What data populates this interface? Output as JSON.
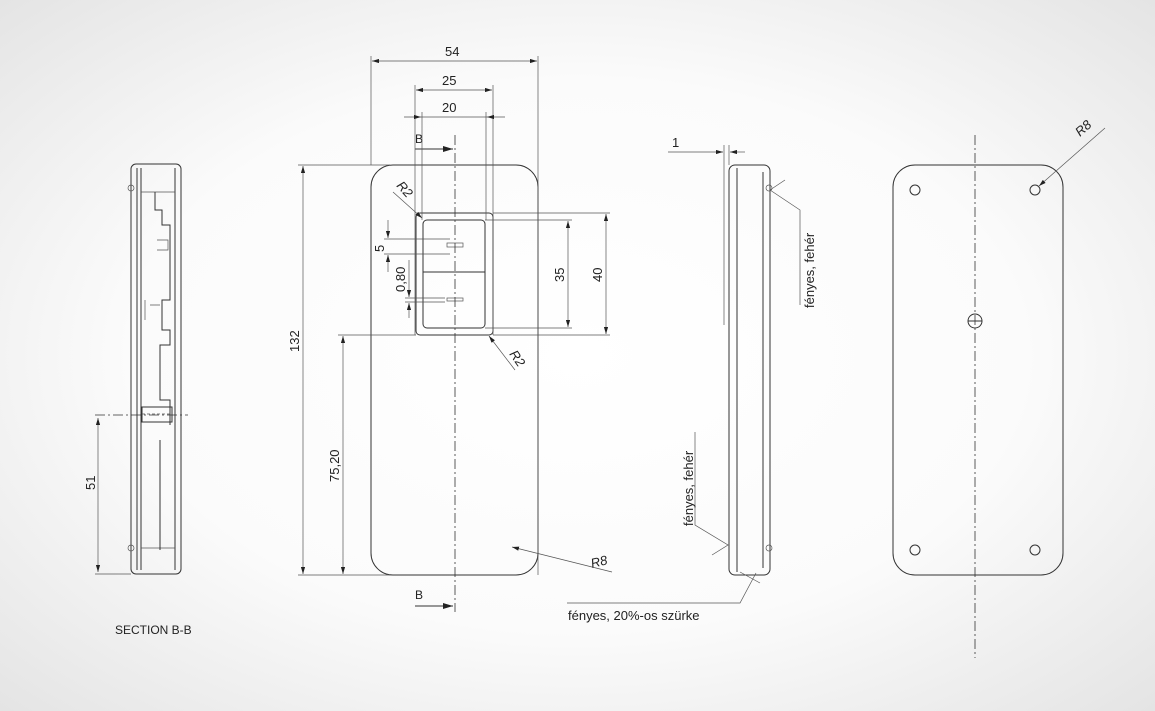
{
  "drawing": {
    "section_label": "SECTION B-B",
    "section_marker": "B",
    "dimensions": {
      "overall_width": "54",
      "window_outer_width": "25",
      "window_inner_width": "20",
      "overall_height": "132",
      "window_outer_height": "40",
      "window_inner_height": "35",
      "spacing": "5",
      "slot_width": "0,80",
      "bottom_offset": "75,20",
      "corner_radius_small_top": "R2",
      "corner_radius_small_bottom": "R2",
      "corner_radius_large": "R8",
      "corner_radius_back": "R8",
      "side_step": "1",
      "section_height": "51"
    },
    "notes": {
      "glossy_white_top": "fényes, fehér",
      "glossy_white_bottom": "fényes, fehér",
      "glossy_gray": "fényes, 20%-os szürke"
    }
  }
}
